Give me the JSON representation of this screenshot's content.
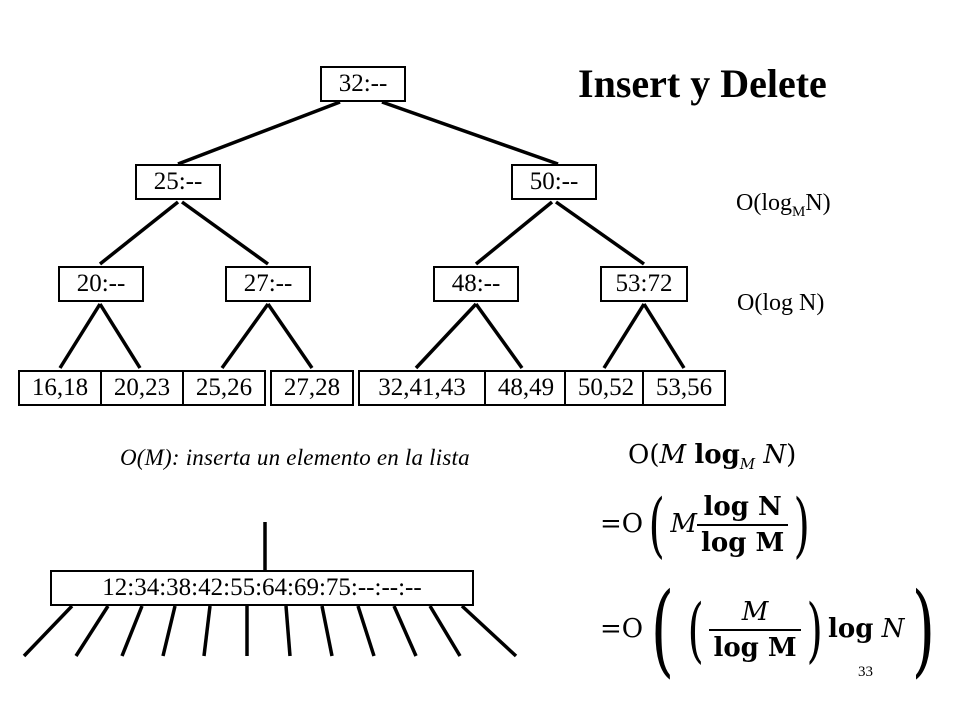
{
  "title": "Insert y Delete",
  "tree": {
    "root": "32:--",
    "level1": [
      "25:--",
      "50:--"
    ],
    "level2": [
      "20:--",
      "27:--",
      "48:--",
      "53:72"
    ],
    "leaves": [
      "16,18",
      "20,23",
      "25,26",
      "27,28",
      "32,41,43",
      "48,49",
      "50,52",
      "53,56"
    ]
  },
  "complexity": {
    "logm_prefix": "O(log",
    "logm_sub": "M",
    "logm_suffix": "N)",
    "logn": "O(log N)"
  },
  "note": "O(M): inserta un elemento en la lista",
  "list_node": "12:34:38:42:55:64:69:75:--:--:--",
  "formula": {
    "line1_prefix": "O(",
    "line1_m": "M",
    "line1_log": "log",
    "line1_sub": "M",
    "line1_n": "N",
    "line1_close": ")",
    "eq_o": "=O",
    "m": "M",
    "num": "log N",
    "den": "log M",
    "log": "log",
    "n": "N"
  },
  "page_number": "33"
}
